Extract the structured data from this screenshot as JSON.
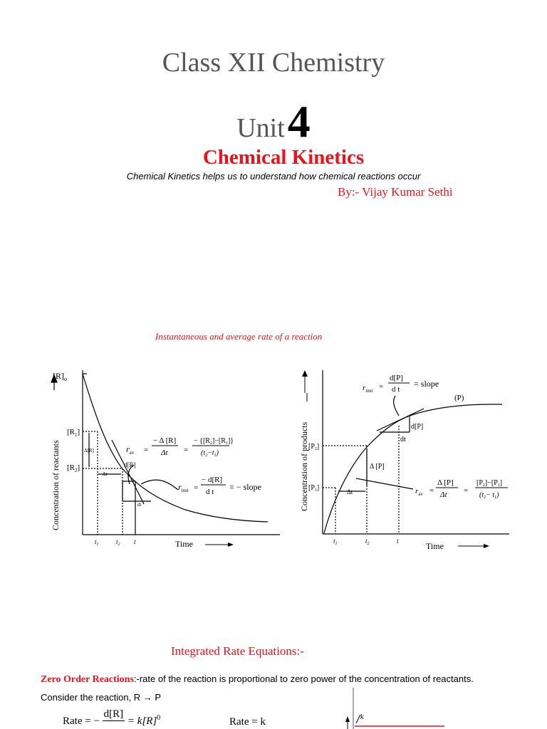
{
  "doc": {
    "class_title": "Class XII Chemistry",
    "unit_word": "Unit",
    "unit_number": "4",
    "heading": "Chemical Kinetics",
    "subtitle": "Chemical Kinetics helps us to understand how chemical reactions occur",
    "byline": "By:- Vijay Kumar Sethi",
    "figure_caption": "Instantaneous and average rate of a reaction"
  },
  "left_graph": {
    "y_axis_label": "Concentration of reactants",
    "x_axis_label": "Time",
    "r0": "[R]",
    "r0_sub": "o",
    "r1": "[R",
    "r1_sub": "1",
    "r2": "[R",
    "r2_sub": "2",
    "t1": "t",
    "t2": "t",
    "t": "t",
    "dR": "d[R]",
    "dt": "dt",
    "delta_R": "Δ[R]",
    "delta_t": "Δt",
    "rav": "r",
    "rav_sub": "av",
    "rav_num": "− Δ [R]",
    "rav_den": "Δt",
    "rav_rhs_num": "− {[R",
    "rav_rhs_den": "(t",
    "rinst": "r",
    "rinst_sub": "inst",
    "rinst_num": "− d[R]",
    "rinst_den": "d t",
    "slope": "= − slope"
  },
  "right_graph": {
    "y_axis_label": "Concentration of products",
    "x_axis_label": "Time",
    "p_label": "(P)",
    "p1": "[P",
    "p2": "[P",
    "dP": "d[P]",
    "dt": "dt",
    "delta_P": "Δ [P]",
    "delta_t": "Δt",
    "rinst": "r",
    "rinst_sub": "inst",
    "rinst_num": "d[P]",
    "rinst_den": "d t",
    "slope": "= slope",
    "rav": "r",
    "rav_sub": "av",
    "rav_num": "Δ [P]",
    "rav_den": "Δt",
    "rav_rhs_num": "[P",
    "rav_rhs_den": "(t",
    "t1": "t",
    "t2": "t",
    "t": "t"
  },
  "integrated": {
    "heading": "Integrated Rate Equations:-",
    "zero_order_term": "Zero Order Reactions",
    "zero_order_def": ":-rate of the reaction is proportional to zero power of the concentration of reactants.",
    "consider": "Consider the reaction, R → P",
    "rate_eq": "Rate  =  −",
    "rate_num": "d[R]",
    "rate_rhs": "= k[R]",
    "rate_exp": "0",
    "rate_k": "Rate  =  k",
    "k_label": "k"
  }
}
